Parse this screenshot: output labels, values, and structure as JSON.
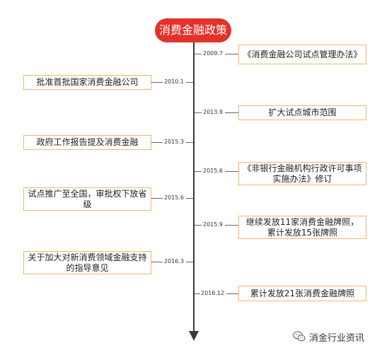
{
  "title": "消费金融政策",
  "left_events": [
    {
      "date": "2010.1",
      "text": "批准首批国家消费金融公司"
    },
    {
      "date": "2015.3",
      "text": "政府工作报告提及消费金融"
    },
    {
      "date": "2015.6",
      "text": "试点推广至全国，审批权下放省级"
    },
    {
      "date": "2016.3",
      "text": "关于加大对新消费领域金融支持的指导意见"
    }
  ],
  "right_events": [
    {
      "date": "2009.7",
      "text": "《消费金融公司试点管理办法》"
    },
    {
      "date": "2013.9",
      "text": "扩大试点城市范围"
    },
    {
      "date": "2015.6",
      "text": "《非银行金融机构行政许可事项实施办法》修订"
    },
    {
      "date": "2015.9",
      "text": "继续发放11家消费金融牌照，累计发放15张牌照"
    },
    {
      "date": "2016.12",
      "text": "累计发放21张消费金融牌照"
    }
  ],
  "watermark": {
    "text": "消金行业资讯",
    "icon": "wechat-icon"
  },
  "colors": {
    "title_bg": "#e2322a",
    "box_border": "#f0b66e",
    "axis": "#3a3a3a"
  }
}
